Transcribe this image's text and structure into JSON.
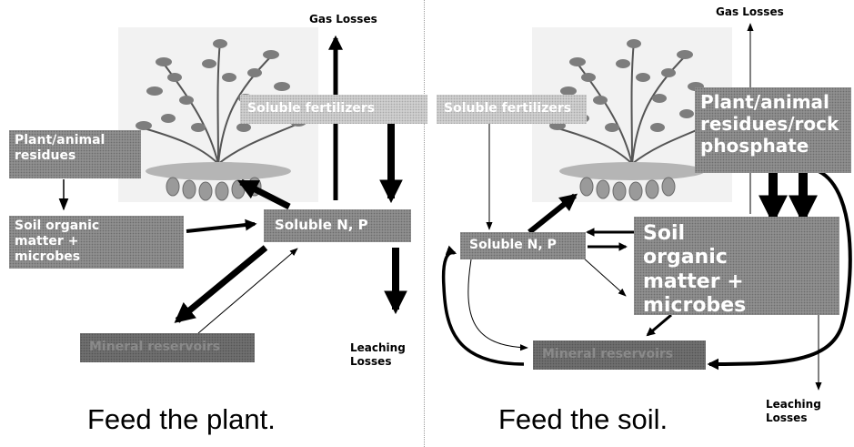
{
  "left": {
    "gas_losses": "Gas Losses",
    "soluble_fertilizers": "Soluble fertilizers",
    "plant_animal_residues": "Plant/animal residues",
    "soil_organic_matter": "Soil organic matter + microbes",
    "soluble_np": "Soluble N, P",
    "mineral_reservoirs": "Mineral reservoirs",
    "leaching_losses": "Leaching Losses",
    "caption": "Feed the plant."
  },
  "right": {
    "gas_losses": "Gas Losses",
    "soluble_fertilizers": "Soluble fertilizers",
    "plant_animal_residues": "Plant/animal residues/rock phosphate",
    "soil_organic_matter": "Soil organic matter + microbes",
    "soluble_np": "Soluble N, P",
    "mineral_reservoirs": "Mineral reservoirs",
    "leaching_losses": "Leaching Losses",
    "caption": "Feed the soil."
  },
  "icons": {
    "plant": "peanut-plant-illustration",
    "cycle": "cycle-arrows-icon"
  }
}
